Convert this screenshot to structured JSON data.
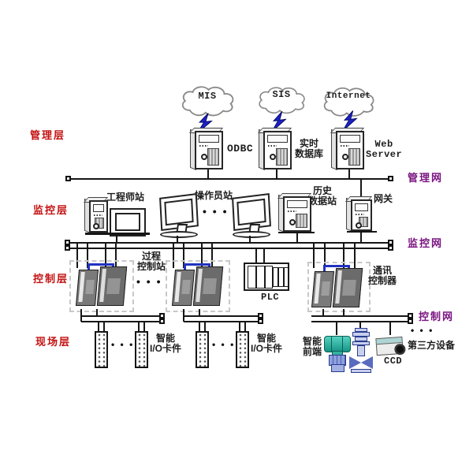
{
  "colors": {
    "layer_label": "#c41212",
    "network_label": "#7a1480",
    "lightning_bolt": "#2020c8",
    "redundancy_link": "#2033c0",
    "transmitter_body": "#2bb5a3",
    "valve_body": "#5a6cc0",
    "bus_line": "#161616"
  },
  "labels": {
    "layer_mgmt": "管理层",
    "layer_sup": "监控层",
    "layer_ctrl": "控制层",
    "layer_field": "现场层",
    "net_mgmt": "管理网",
    "net_sup": "监控网",
    "net_ctrl": "控制网",
    "cloud_mis": "MIS",
    "cloud_sis": "SIS",
    "cloud_internet": "Internet",
    "srv_odbc": "ODBC",
    "srv_rtdb_1": "实时",
    "srv_rtdb_2": "数据库",
    "srv_web_1": "Web",
    "srv_web_2": "Server",
    "engineer_station": "工程师站",
    "operator_station": "操作员站",
    "history_1": "历史",
    "history_2": "数据站",
    "gateway": "网关",
    "process_1": "过程",
    "process_2": "控制站",
    "plc": "PLC",
    "comm_1": "通讯",
    "comm_2": "控制器",
    "io1_1": "智能",
    "io1_2": "I/O卡件",
    "io2_1": "智能",
    "io2_2": "I/O卡件",
    "front_1": "智能",
    "front_2": "前端",
    "ccd": "CCD",
    "third_party": "第三方设备",
    "dots": "• • •"
  }
}
